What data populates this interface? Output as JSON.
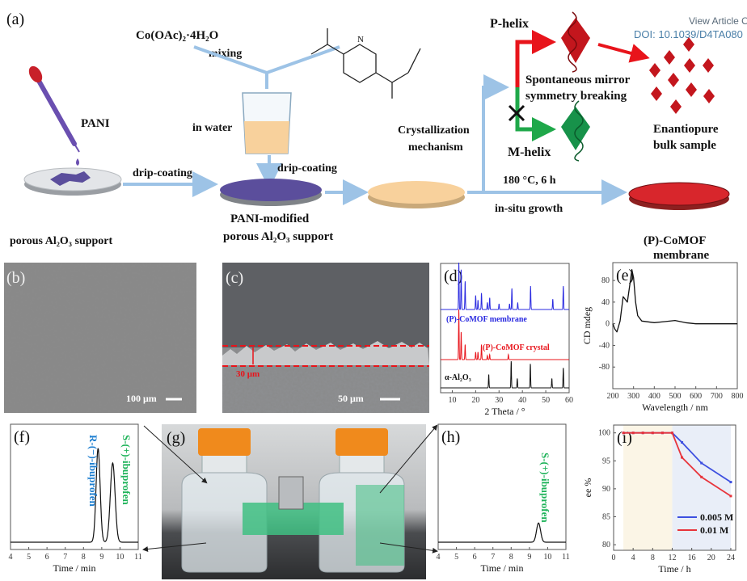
{
  "header": {
    "view_article": "View Article O",
    "doi": "DOI: 10.1039/D4TA080"
  },
  "panel_a": {
    "label": "(a)",
    "pani": "PANI",
    "drip_coating_1": "drip-coating",
    "support_label": "porous Al₂O₃ support",
    "cobalt_salt": "Co(OAc)₂·4H₂O",
    "mixing": "mixing",
    "in_water": "in water",
    "drip_coating_2": "drip-coating",
    "pani_modified_1": "PANI-modified",
    "pani_modified_2": "porous Al₂O₃ support",
    "crystallization_1": "Crystallization",
    "crystallization_2": "mechanism",
    "conditions": "180 °C, 6 h",
    "in_situ": "in-situ growth",
    "p_helix": "P-helix",
    "m_helix": "M-helix",
    "smsb_1": "Spontaneous mirror",
    "smsb_2": "symmetry breaking",
    "enantiopure_1": "Enantiopure",
    "enantiopure_2": "bulk sample",
    "membrane_1": "(P)-CoMOF",
    "membrane_2": "membrane",
    "colors": {
      "red": "#e8141b",
      "green": "#1fa84a",
      "blue_arrow": "#9dc3e6",
      "purple": "#5b4e9c",
      "orange": "#f8d19c"
    }
  },
  "panel_b": {
    "label": "(b)",
    "scale": "100 μm"
  },
  "panel_c": {
    "label": "(c)",
    "thickness": "30 μm",
    "scale": "50 μm"
  },
  "panel_g": {
    "label": "(g)"
  },
  "chart_data": [
    {
      "id": "d",
      "type": "line",
      "label": "(d)",
      "xlabel": "2 Theta / °",
      "ylabel": "",
      "xlim": [
        5,
        60
      ],
      "xticks": [
        10,
        20,
        30,
        40,
        50,
        60
      ],
      "series": [
        {
          "name": "(P)-CoMOF membrane",
          "color": "#2a2ae0",
          "peaks": [
            [
              12.8,
              1.0
            ],
            [
              13.8,
              0.85
            ],
            [
              15.5,
              0.6
            ],
            [
              20,
              0.3
            ],
            [
              21,
              0.2
            ],
            [
              22.5,
              0.35
            ],
            [
              25,
              0.15
            ],
            [
              26,
              0.25
            ],
            [
              30,
              0.12
            ],
            [
              34.5,
              0.12
            ],
            [
              35.5,
              0.45
            ],
            [
              38,
              0.15
            ],
            [
              43.5,
              0.5
            ],
            [
              53,
              0.22
            ],
            [
              57.5,
              0.5
            ]
          ]
        },
        {
          "name": "(P)-CoMOF crystal",
          "color": "#e8141b",
          "peaks": [
            [
              12.8,
              1.0
            ],
            [
              13.8,
              0.55
            ],
            [
              15.5,
              0.3
            ],
            [
              20,
              0.15
            ],
            [
              21,
              0.15
            ],
            [
              22.5,
              0.3
            ],
            [
              25,
              0.08
            ],
            [
              26,
              0.1
            ],
            [
              34,
              0.1
            ]
          ]
        },
        {
          "name": "α-Al₂O₃",
          "color": "#111111",
          "peaks": [
            [
              25.6,
              0.5
            ],
            [
              35.2,
              1.0
            ],
            [
              37.8,
              0.35
            ],
            [
              43.4,
              0.9
            ],
            [
              52.6,
              0.35
            ],
            [
              57.5,
              0.75
            ]
          ]
        }
      ]
    },
    {
      "id": "e",
      "type": "line",
      "label": "(e)",
      "xlabel": "Wavelength / nm",
      "ylabel": "CD mdeg",
      "xlim": [
        200,
        800
      ],
      "ylim": [
        -120,
        113
      ],
      "xticks": [
        200,
        300,
        400,
        500,
        600,
        700,
        800
      ],
      "yticks": [
        -80,
        -40,
        0,
        40,
        80
      ],
      "x": [
        200,
        210,
        220,
        235,
        250,
        260,
        270,
        285,
        292,
        300,
        310,
        320,
        340,
        400,
        450,
        500,
        550,
        600,
        800
      ],
      "y": [
        0,
        -10,
        -15,
        5,
        50,
        45,
        40,
        80,
        100,
        85,
        40,
        15,
        5,
        2,
        4,
        6,
        2,
        0,
        0
      ]
    },
    {
      "id": "f",
      "type": "line",
      "label": "(f)",
      "xlabel": "Time / min",
      "xlim": [
        4,
        11
      ],
      "xticks": [
        4,
        5,
        6,
        7,
        8,
        9,
        10,
        11
      ],
      "peaks": [
        [
          8.8,
          0.83,
          0.11
        ],
        [
          9.6,
          0.7,
          0.13
        ]
      ],
      "annotations": [
        {
          "text": "R-(−)-ibuprofen",
          "color": "#1e7fd0"
        },
        {
          "text": "S-(+)-ibuprofen",
          "color": "#1fb35a"
        }
      ]
    },
    {
      "id": "h",
      "type": "line",
      "label": "(h)",
      "xlabel": "Time / min",
      "xlim": [
        4,
        11
      ],
      "xticks": [
        4,
        5,
        6,
        7,
        8,
        9,
        10,
        11
      ],
      "peaks": [
        [
          9.5,
          0.17,
          0.11
        ]
      ],
      "annotations": [
        {
          "text": "S-(+)-ibuprofen",
          "color": "#1fb35a"
        }
      ]
    },
    {
      "id": "i",
      "type": "line",
      "label": "(i)",
      "xlabel": "Time / h",
      "ylabel": "ee %",
      "xlim": [
        0,
        25
      ],
      "ylim": [
        79,
        101.4
      ],
      "xticks": [
        0,
        4,
        8,
        12,
        16,
        20,
        24
      ],
      "yticks": [
        80,
        85,
        90,
        95,
        100
      ],
      "bands": [
        {
          "from": 2,
          "to": 12,
          "color": "#fbf5e6"
        },
        {
          "from": 12,
          "to": 24,
          "color": "#e9eef8"
        }
      ],
      "series": [
        {
          "name": "0.005 M",
          "color": "#3d4fe0",
          "x": [
            2,
            4,
            6,
            8,
            10,
            12,
            14,
            18,
            24
          ],
          "y": [
            100,
            100,
            100,
            100,
            100,
            100,
            98.3,
            94.6,
            91.2
          ]
        },
        {
          "name": "0.01 M",
          "color": "#e8343b",
          "x": [
            2,
            4,
            6,
            8,
            10,
            12,
            14,
            18,
            24
          ],
          "y": [
            100,
            100,
            100,
            100,
            100,
            100,
            95.6,
            92.1,
            88.7
          ]
        }
      ],
      "legend": "bottom-right"
    }
  ]
}
